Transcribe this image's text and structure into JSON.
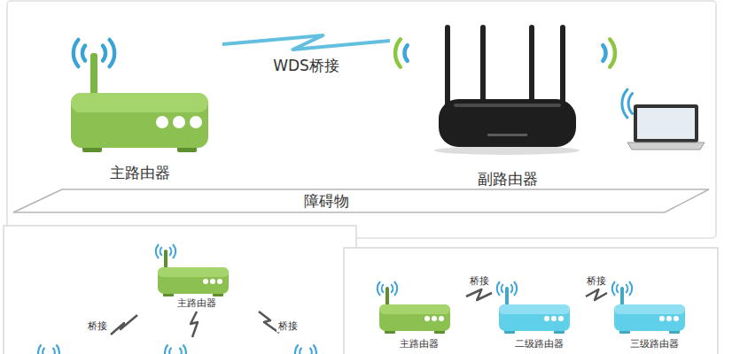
{
  "diagram": {
    "nodes": [
      {
        "text": [
          "主路由器"
        ]
      },
      {
        "text": [
          "副路由器"
        ]
      },
      {
        "text": [
          "主路由器"
        ]
      },
      {
        "text": [
          "主路由器"
        ]
      },
      {
        "text": [
          "二级路由器"
        ]
      },
      {
        "text": [
          "三级路由器"
        ]
      }
    ],
    "edges": [
      {
        "from": 0,
        "to": 1,
        "arrow": "none",
        "label": "WDS桥接"
      },
      {
        "from": 3,
        "to": 4,
        "arrow": "none",
        "label": "桥接"
      },
      {
        "from": 4,
        "to": 5,
        "arrow": "none",
        "label": "桥接"
      }
    ],
    "labels": [
      "障碍物",
      "桥接",
      "桥接"
    ]
  }
}
